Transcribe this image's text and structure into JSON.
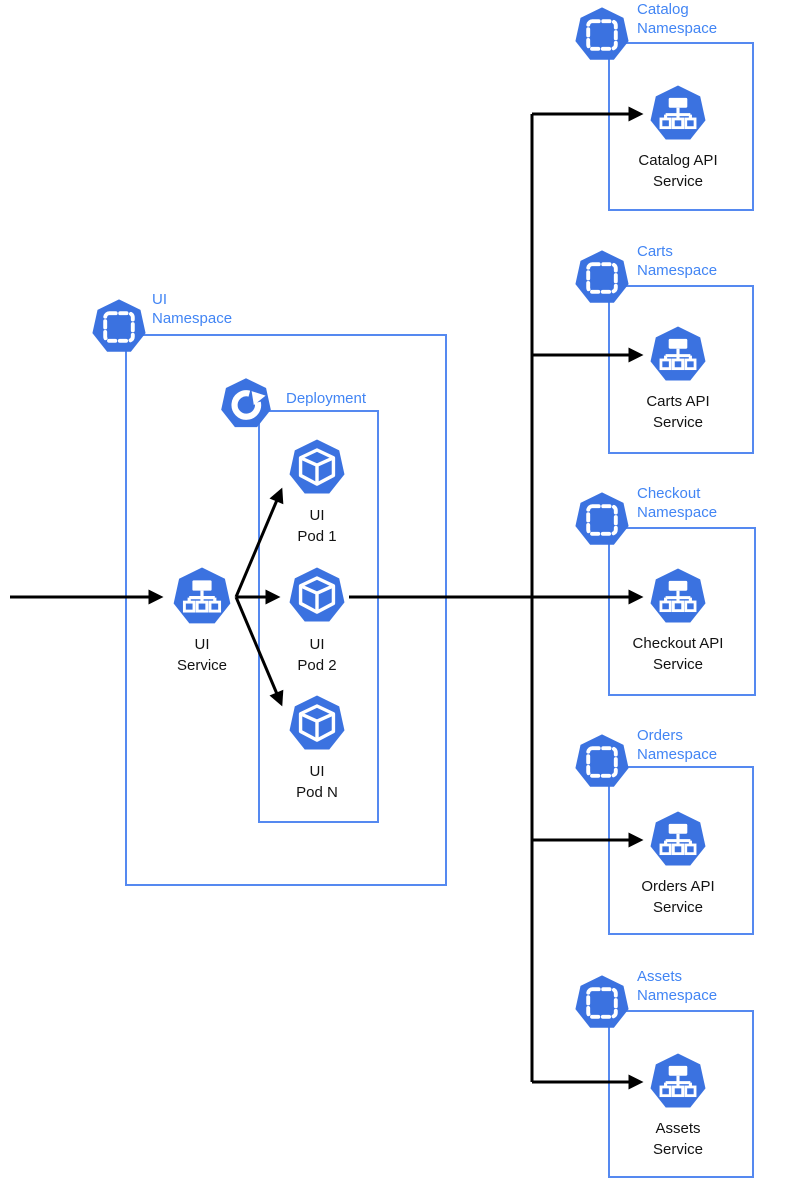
{
  "diagram": {
    "ui_namespace": {
      "label": "UI\nNamespace",
      "deployment": {
        "label": "Deployment"
      },
      "service": {
        "label": "UI\nService"
      },
      "pods": [
        {
          "label": "UI\nPod 1"
        },
        {
          "label": "UI\nPod 2"
        },
        {
          "label": "UI\nPod N"
        }
      ]
    },
    "namespaces": [
      {
        "label": "Catalog\nNamespace",
        "service_label": "Catalog API\nService"
      },
      {
        "label": "Carts\nNamespace",
        "service_label": "Carts API\nService"
      },
      {
        "label": "Checkout\nNamespace",
        "service_label": "Checkout API\nService"
      },
      {
        "label": "Orders\nNamespace",
        "service_label": "Orders API\nService"
      },
      {
        "label": "Assets\nNamespace",
        "service_label": "Assets\nService"
      }
    ],
    "icons": {
      "namespace": "namespace-heptagon-dashed-square-icon",
      "service": "service-sitemap-icon",
      "pod": "pod-cube-icon",
      "deployment": "deployment-circular-arrow-icon"
    },
    "colors": {
      "icon_blue": "#3b72e0",
      "border_blue": "#5589f0",
      "label_blue": "#4285f4",
      "arrow_black": "#000000",
      "text_dark": "#121212"
    }
  }
}
